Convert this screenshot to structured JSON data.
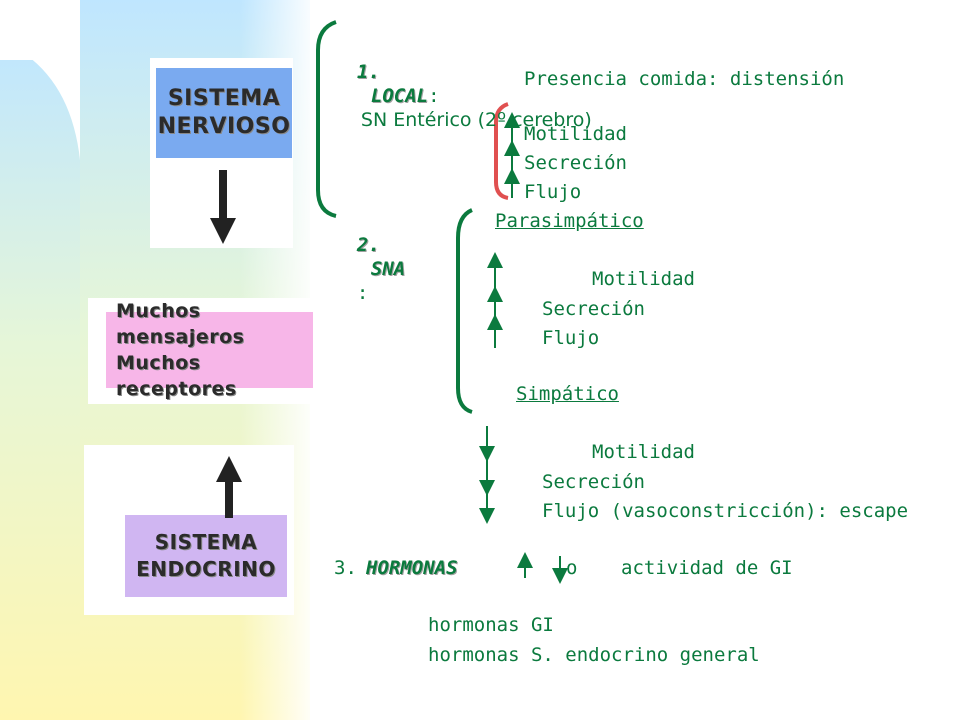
{
  "colors": {
    "text": "#0b7a3e",
    "box_nervioso": "#7aaaf0",
    "box_mensajeros": "#f7b6e8",
    "box_endocrino": "#d0b6f2",
    "bracket_red": "#e05050"
  },
  "left": {
    "box_nervioso": [
      "SISTEMA",
      "NERVIOSO"
    ],
    "box_mensajeros": [
      "Muchos mensajeros",
      "Muchos receptores"
    ],
    "box_endocrino": [
      "SISTEMA",
      "ENDOCRINO"
    ]
  },
  "sections": {
    "local": {
      "num": "1.",
      "title": "LOCAL",
      "sep": ":",
      "line1": "SN Entérico (2º cerebro)",
      "line2": "Presencia comida: distensión",
      "items": [
        "Motilidad",
        "Secreción",
        "Flujo"
      ]
    },
    "sna": {
      "num": "2.",
      "title": "SNA",
      "sep": ":",
      "para_title": "Parasimpático",
      "para_items": [
        "Motilidad",
        "Secreción",
        "Flujo"
      ],
      "simp_title": "Simpático",
      "simp_items": [
        "Motilidad",
        "Secreción",
        "Flujo (vasoconstricción): escape"
      ]
    },
    "hormonas": {
      "num": "3.",
      "title": "HORMONAS",
      "mid": "o",
      "tail": "actividad de GI",
      "list": [
        "hormonas GI",
        "hormonas S. endocrino general"
      ]
    }
  }
}
